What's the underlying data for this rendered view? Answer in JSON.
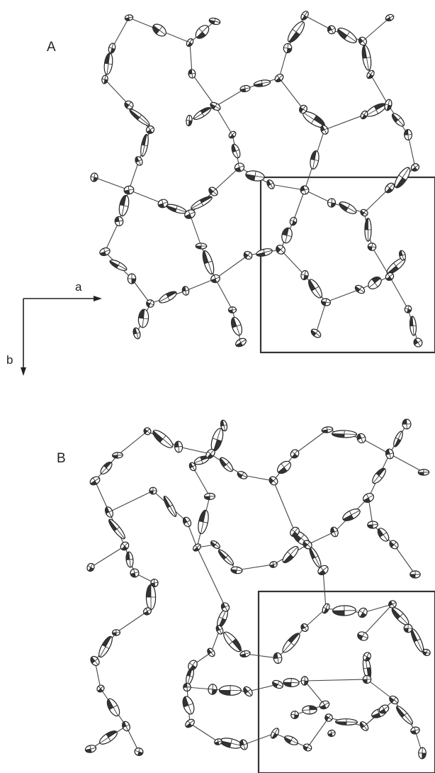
{
  "figure": {
    "panels": [
      {
        "id": "A",
        "label": "A"
      },
      {
        "id": "B",
        "label": "B"
      }
    ],
    "axes": {
      "a_label": "a",
      "b_label": "b"
    }
  }
}
